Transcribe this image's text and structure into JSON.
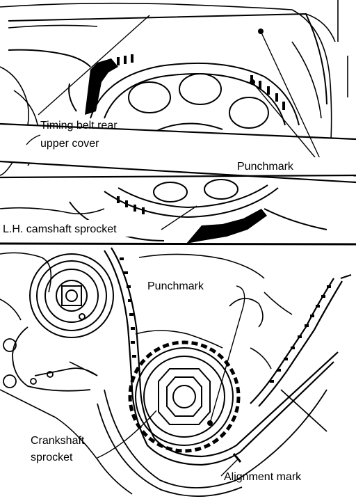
{
  "figure": {
    "labels": {
      "timing_belt_rear_upper_cover_line1": "Timing belt rear",
      "timing_belt_rear_upper_cover_line2": "upper cover",
      "punchmark_upper": "Punchmark",
      "lh_camshaft_sprocket": "L.H. camshaft sprocket",
      "punchmark_lower": "Punchmark",
      "crankshaft_sprocket_line1": "Crankshaft",
      "crankshaft_sprocket_line2": "sprocket",
      "alignment_mark": "Alignment mark"
    },
    "colors": {
      "ink": "#000000",
      "paper": "#ffffff"
    }
  }
}
